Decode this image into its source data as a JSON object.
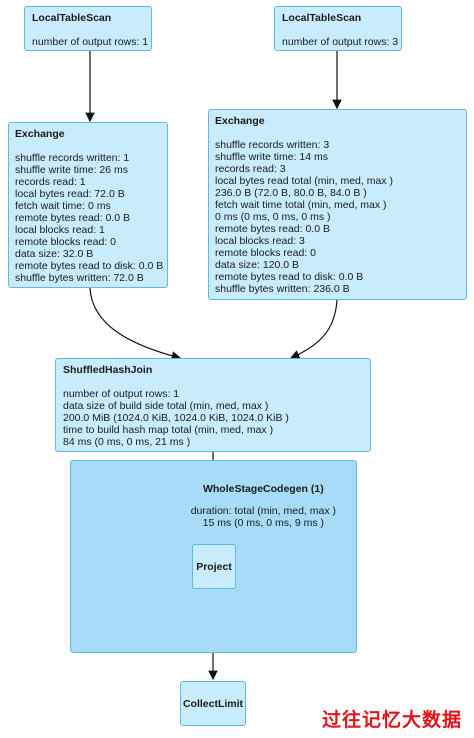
{
  "nodes": {
    "scan1": {
      "title": "LocalTableScan",
      "lines": [
        "number of output rows: 1"
      ]
    },
    "scan2": {
      "title": "LocalTableScan",
      "lines": [
        "number of output rows: 3"
      ]
    },
    "exchange1": {
      "title": "Exchange",
      "lines": [
        "shuffle records written: 1",
        "shuffle write time: 26 ms",
        "records read: 1",
        "local bytes read: 72.0 B",
        "fetch wait time: 0 ms",
        "remote bytes read: 0.0 B",
        "local blocks read: 1",
        "remote blocks read: 0",
        "data size: 32.0 B",
        "remote bytes read to disk: 0.0 B",
        "shuffle bytes written: 72.0 B"
      ]
    },
    "exchange2": {
      "title": "Exchange",
      "lines": [
        "shuffle records written: 3",
        "shuffle write time: 14 ms",
        "records read: 3",
        "local bytes read total (min, med, max )",
        "236.0 B (72.0 B, 80.0 B, 84.0 B )",
        "fetch wait time total (min, med, max )",
        "0 ms (0 ms, 0 ms, 0 ms )",
        "remote bytes read: 0.0 B",
        "local blocks read: 3",
        "remote blocks read: 0",
        "data size: 120.0 B",
        "remote bytes read to disk: 0.0 B",
        "shuffle bytes written: 236.0 B"
      ]
    },
    "join": {
      "title": "ShuffledHashJoin",
      "lines": [
        "number of output rows: 1",
        "data size of build side total (min, med, max )",
        "200.0 MiB (1024.0 KiB, 1024.0 KiB, 1024.0 KiB )",
        "time to build hash map total (min, med, max )",
        "84 ms (0 ms, 0 ms, 21 ms )"
      ]
    },
    "codegen": {
      "title": "WholeStageCodegen (1)",
      "lines": [
        "duration: total (min, med, max )",
        "15 ms (0 ms, 0 ms, 9 ms )"
      ]
    },
    "project": {
      "title": "Project"
    },
    "collect": {
      "title": "CollectLimit"
    }
  },
  "watermark": "过往记忆大数据",
  "colors": {
    "node_fill": "#c9ecfc",
    "cluster_fill": "#a6dcf8",
    "border": "#5fb9e6",
    "watermark": "#e0151b"
  }
}
